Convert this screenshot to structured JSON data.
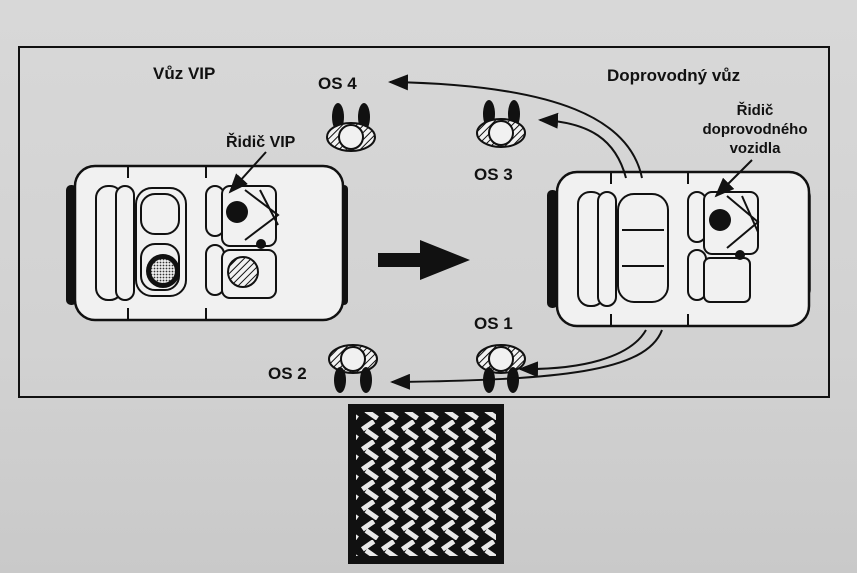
{
  "vip_car_title": "Vůz VIP",
  "escort_car_title": "Doprovodný vůz",
  "positions": {
    "os4": "OS 4",
    "os3": "OS 3",
    "os1": "OS 1",
    "os2": "OS 2"
  },
  "vip_driver_label": "Řidič VIP",
  "escort_driver_label": {
    "line1": "Řidič",
    "line2": "doprovodného",
    "line3": "vozidla"
  }
}
